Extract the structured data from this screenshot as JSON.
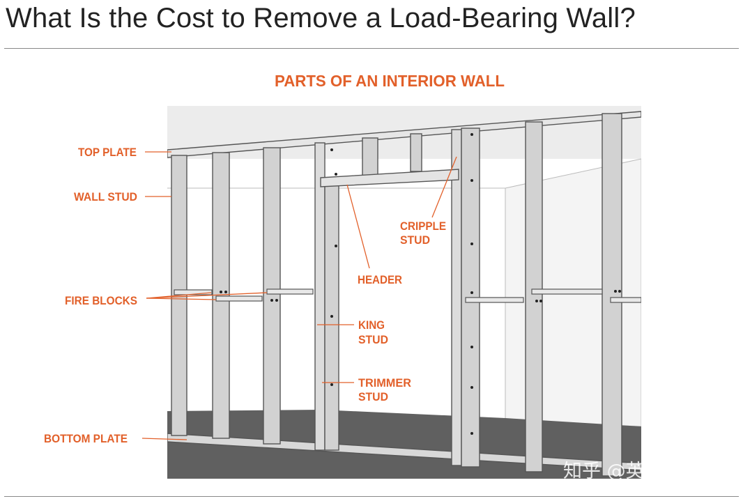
{
  "page": {
    "title": "What Is the Cost to Remove a Load-Bearing Wall?"
  },
  "diagram": {
    "heading": "PARTS OF AN INTERIOR WALL",
    "labels": {
      "top_plate": "TOP PLATE",
      "wall_stud": "WALL STUD",
      "fire_blocks": "FIRE BLOCKS",
      "bottom_plate": "BOTTOM PLATE",
      "cripple_stud_line1": "CRIPPLE",
      "cripple_stud_line2": "STUD",
      "header": "HEADER",
      "king_stud_line1": "KING",
      "king_stud_line2": "STUD",
      "trimmer_stud_line1": "TRIMMER",
      "trimmer_stud_line2": "STUD"
    },
    "colors": {
      "label": "#e2602a",
      "floor": "#606060",
      "ceiling": "#ececec",
      "stud_face": "#d2d2d2",
      "stud_edge": "#555555"
    }
  },
  "watermark": "知乎 @英文赏析"
}
